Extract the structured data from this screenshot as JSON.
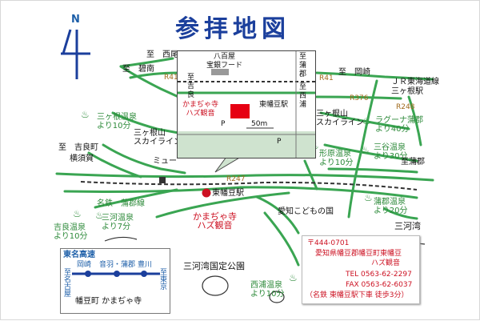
{
  "map": {
    "title": "参拝地図",
    "compass": {
      "label": "N"
    },
    "labels": {
      "nishio": "至　西尾",
      "hekinan": "至　碧南",
      "kira_to": "至　吉良町",
      "yokosuka": "横須賀",
      "kira": "至吉良",
      "gamagori": "至蒲郡",
      "gamagori2": "至蒲郡",
      "okazaki": "至　岡崎",
      "jr_tokaido": "ＪＲ東海道線",
      "sangane_st": "三ヶ根駅",
      "sangane_onsen_l": "三ヶ根温泉\nより10分",
      "skyline_l": "三ヶ根山\nスカイライン",
      "sangane_onsen_r": "三ヶ根山\nスカイライン",
      "lagoona": "ラグーナ蒲郡\nより40分",
      "museum": "ミュー",
      "katahara": "形原温泉\nより10分",
      "miya": "三谷温泉\nより30分",
      "meitetsu": "名鉄　蒲郡線",
      "higashi_hazu": "東幡豆駅",
      "aichi_kodomo": "愛知こどもの国",
      "gamagori_onsen": "蒲郡温泉\nより20分",
      "kira_onsen": "吉良温泉\nより10分",
      "mikawa_onsen": "三河温泉\nより7分",
      "kamamachi": "かまぢゃ寺\nハズ観音",
      "mikawawan": "三河湾",
      "park": "三河湾国定公園",
      "nishiura": "西浦温泉\nより10分",
      "r41_l": "R41",
      "r41_r": "R41",
      "r376": "R376",
      "r248": "R248",
      "r247": "R247"
    },
    "inset": {
      "hachi": "八百屋\n宝銀フード",
      "temple": "かまぢゃ寺\nハズ観音",
      "station": "東幡豆駅",
      "kira": "至\n吉\n良",
      "gamagori": "至\n蒲\n郡",
      "nishiura": "至\n西\n浦",
      "parking1": "P",
      "parking2": "P",
      "distance": "50m"
    },
    "legend": {
      "title": "東名高速",
      "stops": [
        "岡崎",
        "音羽・蒲郡",
        "豊川"
      ],
      "left": "至\n名\n古\n屋",
      "right": "至\n東\n京",
      "caption": "幡豆町 かまぢゃ寺"
    },
    "info": {
      "zip": "〒444-0701",
      "address": "愛知県幡豆郡幡豆町東幡豆",
      "name": "ハズ観音",
      "tel": "TEL 0563-62-2297",
      "fax": "FAX 0563-62-6037",
      "access": "（名鉄 東幡豆駅下車 徒歩3分）"
    },
    "colors": {
      "road": "#3aa552",
      "title": "#1b3f9c",
      "temple": "#cc1122",
      "inset_fill": "#cfe3cf"
    }
  }
}
